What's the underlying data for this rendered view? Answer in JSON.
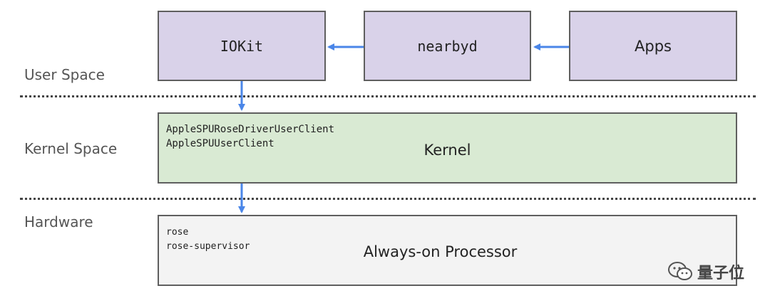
{
  "layers": {
    "user_space": "User Space",
    "kernel_space": "Kernel Space",
    "hardware": "Hardware"
  },
  "boxes": {
    "iokit": "IOKit",
    "nearbyd": "nearbyd",
    "apps": "Apps",
    "kernel": "Kernel",
    "processor": "Always-on Processor"
  },
  "kernel_clients": [
    "AppleSPURoseDriverUserClient",
    "AppleSPUUserClient"
  ],
  "processor_items": [
    "rose",
    "rose-supervisor"
  ],
  "watermark": {
    "text": "量子位"
  },
  "colors": {
    "user_box_fill": "#d9d2e9",
    "kernel_box_fill": "#d9ead3",
    "hardware_box_fill": "#f3f3f3",
    "arrow": "#4a86e8",
    "border": "#5f5f5f"
  }
}
